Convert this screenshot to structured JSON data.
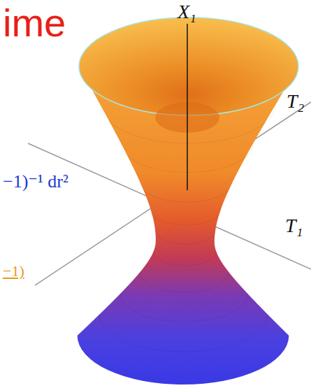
{
  "diagram": {
    "labels": [
      "ime",
      "X₁",
      "T₂",
      "T₁",
      "−1)⁻¹ dr²",
      "−1)"
    ]
  }
}
